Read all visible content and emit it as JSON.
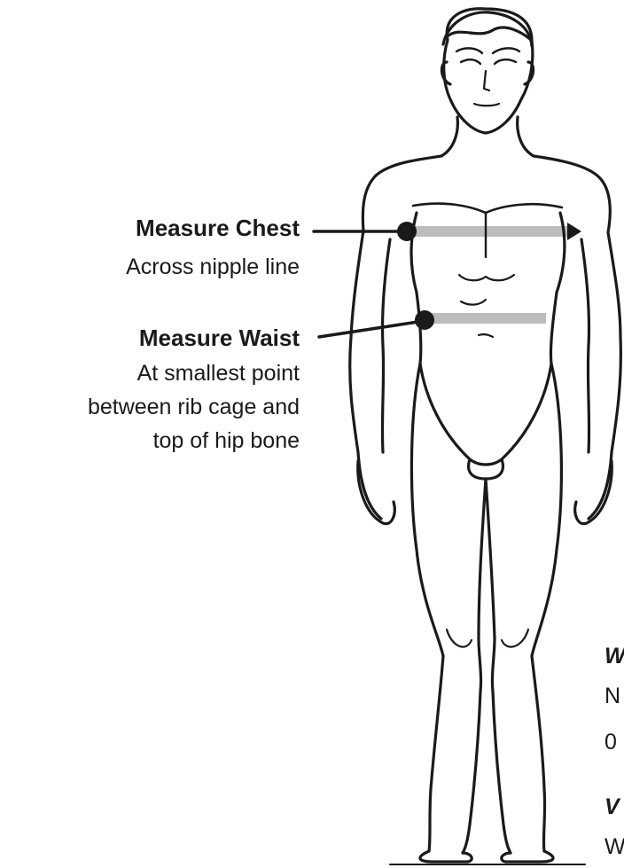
{
  "chest": {
    "title": "Measure Chest",
    "description": "Across nipple line"
  },
  "waist": {
    "title": "Measure Waist",
    "description_lines": [
      "At smallest point",
      "between rib cage and",
      "top of hip bone"
    ]
  },
  "cropped_text": {
    "line1": "W",
    "line2": "N",
    "line3": "0",
    "line4": "V",
    "line5": "W"
  },
  "colors": {
    "ink": "#1a1a1a",
    "measure_band": "#bcbcbc",
    "background": "#ffffff"
  }
}
